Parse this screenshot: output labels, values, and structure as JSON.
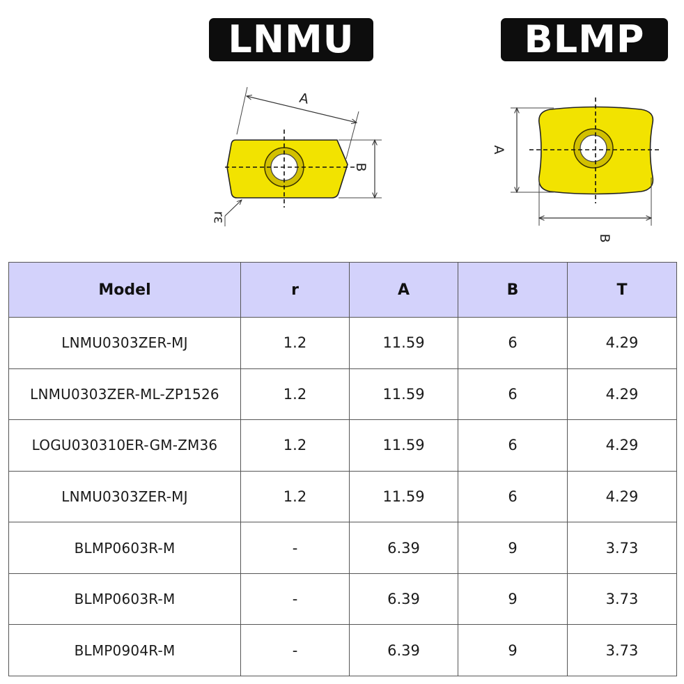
{
  "badges": {
    "left": "LNMU",
    "right": "BLMP"
  },
  "lnmu_diagram": {
    "label_a": "A",
    "label_b": "B",
    "label_r": "rε",
    "insert_color": "#f2e300"
  },
  "blmp_diagram": {
    "label_a": "A",
    "label_b": "B",
    "insert_color": "#f2e300"
  },
  "table": {
    "header_color": "#d3d2fb",
    "columns": [
      "Model",
      "r",
      "A",
      "B",
      "T"
    ],
    "rows": [
      [
        "LNMU0303ZER-MJ",
        "1.2",
        "11.59",
        "6",
        "4.29"
      ],
      [
        "LNMU0303ZER-ML-ZP1526",
        "1.2",
        "11.59",
        "6",
        "4.29"
      ],
      [
        "LOGU030310ER-GM-ZM36",
        "1.2",
        "11.59",
        "6",
        "4.29"
      ],
      [
        "LNMU0303ZER-MJ",
        "1.2",
        "11.59",
        "6",
        "4.29"
      ],
      [
        "BLMP0603R-M",
        "-",
        "6.39",
        "9",
        "3.73"
      ],
      [
        "BLMP0603R-M",
        "-",
        "6.39",
        "9",
        "3.73"
      ],
      [
        "BLMP0904R-M",
        "-",
        "6.39",
        "9",
        "3.73"
      ]
    ]
  }
}
